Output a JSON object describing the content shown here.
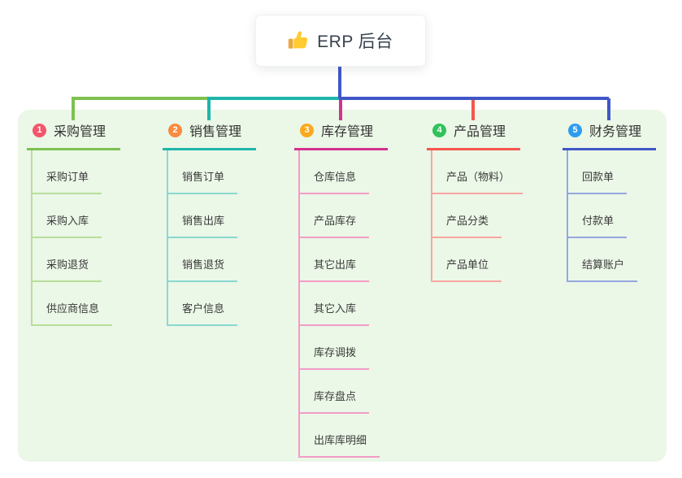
{
  "root": {
    "title": "ERP 后台",
    "icon": "thumbs-up"
  },
  "panel": {
    "background": "#EBF7E7"
  },
  "connector_color": "#4156C8",
  "text_color": "#333333",
  "branches": [
    {
      "num": "1",
      "label": "采购管理",
      "badge_color": "#F4556B",
      "line_color": "#7EC14F",
      "line_light": "#B8DE9B",
      "items": [
        "采购订单",
        "采购入库",
        "采购退货",
        "供应商信息"
      ]
    },
    {
      "num": "2",
      "label": "销售管理",
      "badge_color": "#F98A3F",
      "line_color": "#1FB5AA",
      "line_light": "#8AD8D1",
      "items": [
        "销售订单",
        "销售出库",
        "销售退货",
        "客户信息"
      ]
    },
    {
      "num": "3",
      "label": "库存管理",
      "badge_color": "#FAA91E",
      "line_color": "#D5318F",
      "line_light": "#F29CC7",
      "items": [
        "仓库信息",
        "产品库存",
        "其它出库",
        "其它入库",
        "库存调拨",
        "库存盘点",
        "出库库明细"
      ]
    },
    {
      "num": "4",
      "label": "产品管理",
      "badge_color": "#2FC35B",
      "line_color": "#F5564E",
      "line_light": "#F9A6A1",
      "items": [
        "产品（物料）",
        "产品分类",
        "产品单位"
      ]
    },
    {
      "num": "5",
      "label": "财务管理",
      "badge_color": "#2F9BEF",
      "line_color": "#4156C8",
      "line_light": "#96A7E0",
      "items": [
        "回款单",
        "付款单",
        "结算账户"
      ]
    }
  ]
}
